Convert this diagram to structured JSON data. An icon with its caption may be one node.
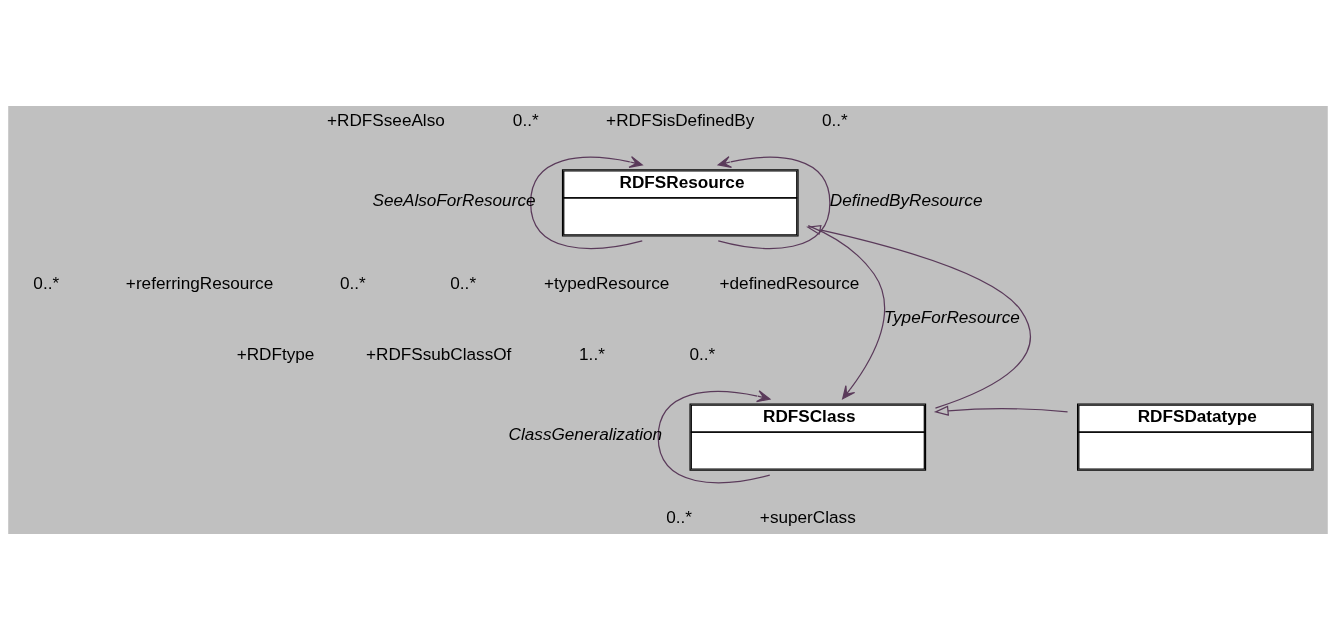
{
  "diagram": {
    "nodes": [
      {
        "text": [
          "RDFSResource"
        ]
      },
      {
        "text": [
          "RDFSClass"
        ]
      },
      {
        "text": [
          "RDFSDatatype"
        ]
      }
    ],
    "edges": [
      {
        "from": 0,
        "to": 0,
        "arrow": "to",
        "label": "SeeAlsoForResource"
      },
      {
        "from": 0,
        "to": 0,
        "arrow": "to",
        "label": "DefinedByResource"
      },
      {
        "from": 0,
        "to": 1,
        "arrow": "to",
        "label": "TypeForResource"
      },
      {
        "from": 1,
        "to": 0,
        "arrow": "to"
      },
      {
        "from": 1,
        "to": 1,
        "arrow": "to",
        "label": "ClassGeneralization"
      },
      {
        "from": 2,
        "to": 1,
        "arrow": "to"
      }
    ],
    "labels": [
      "+RDFSseeAlso",
      "0..*",
      "+RDFSisDefinedBy",
      "0..*",
      "0..*",
      "+referringResource",
      "0..*",
      "0..*",
      "+typedResource",
      "+definedResource",
      "+RDFtype",
      "+RDFSsubClassOf",
      "1..*",
      "0..*",
      "0..*",
      "+superClass"
    ]
  }
}
